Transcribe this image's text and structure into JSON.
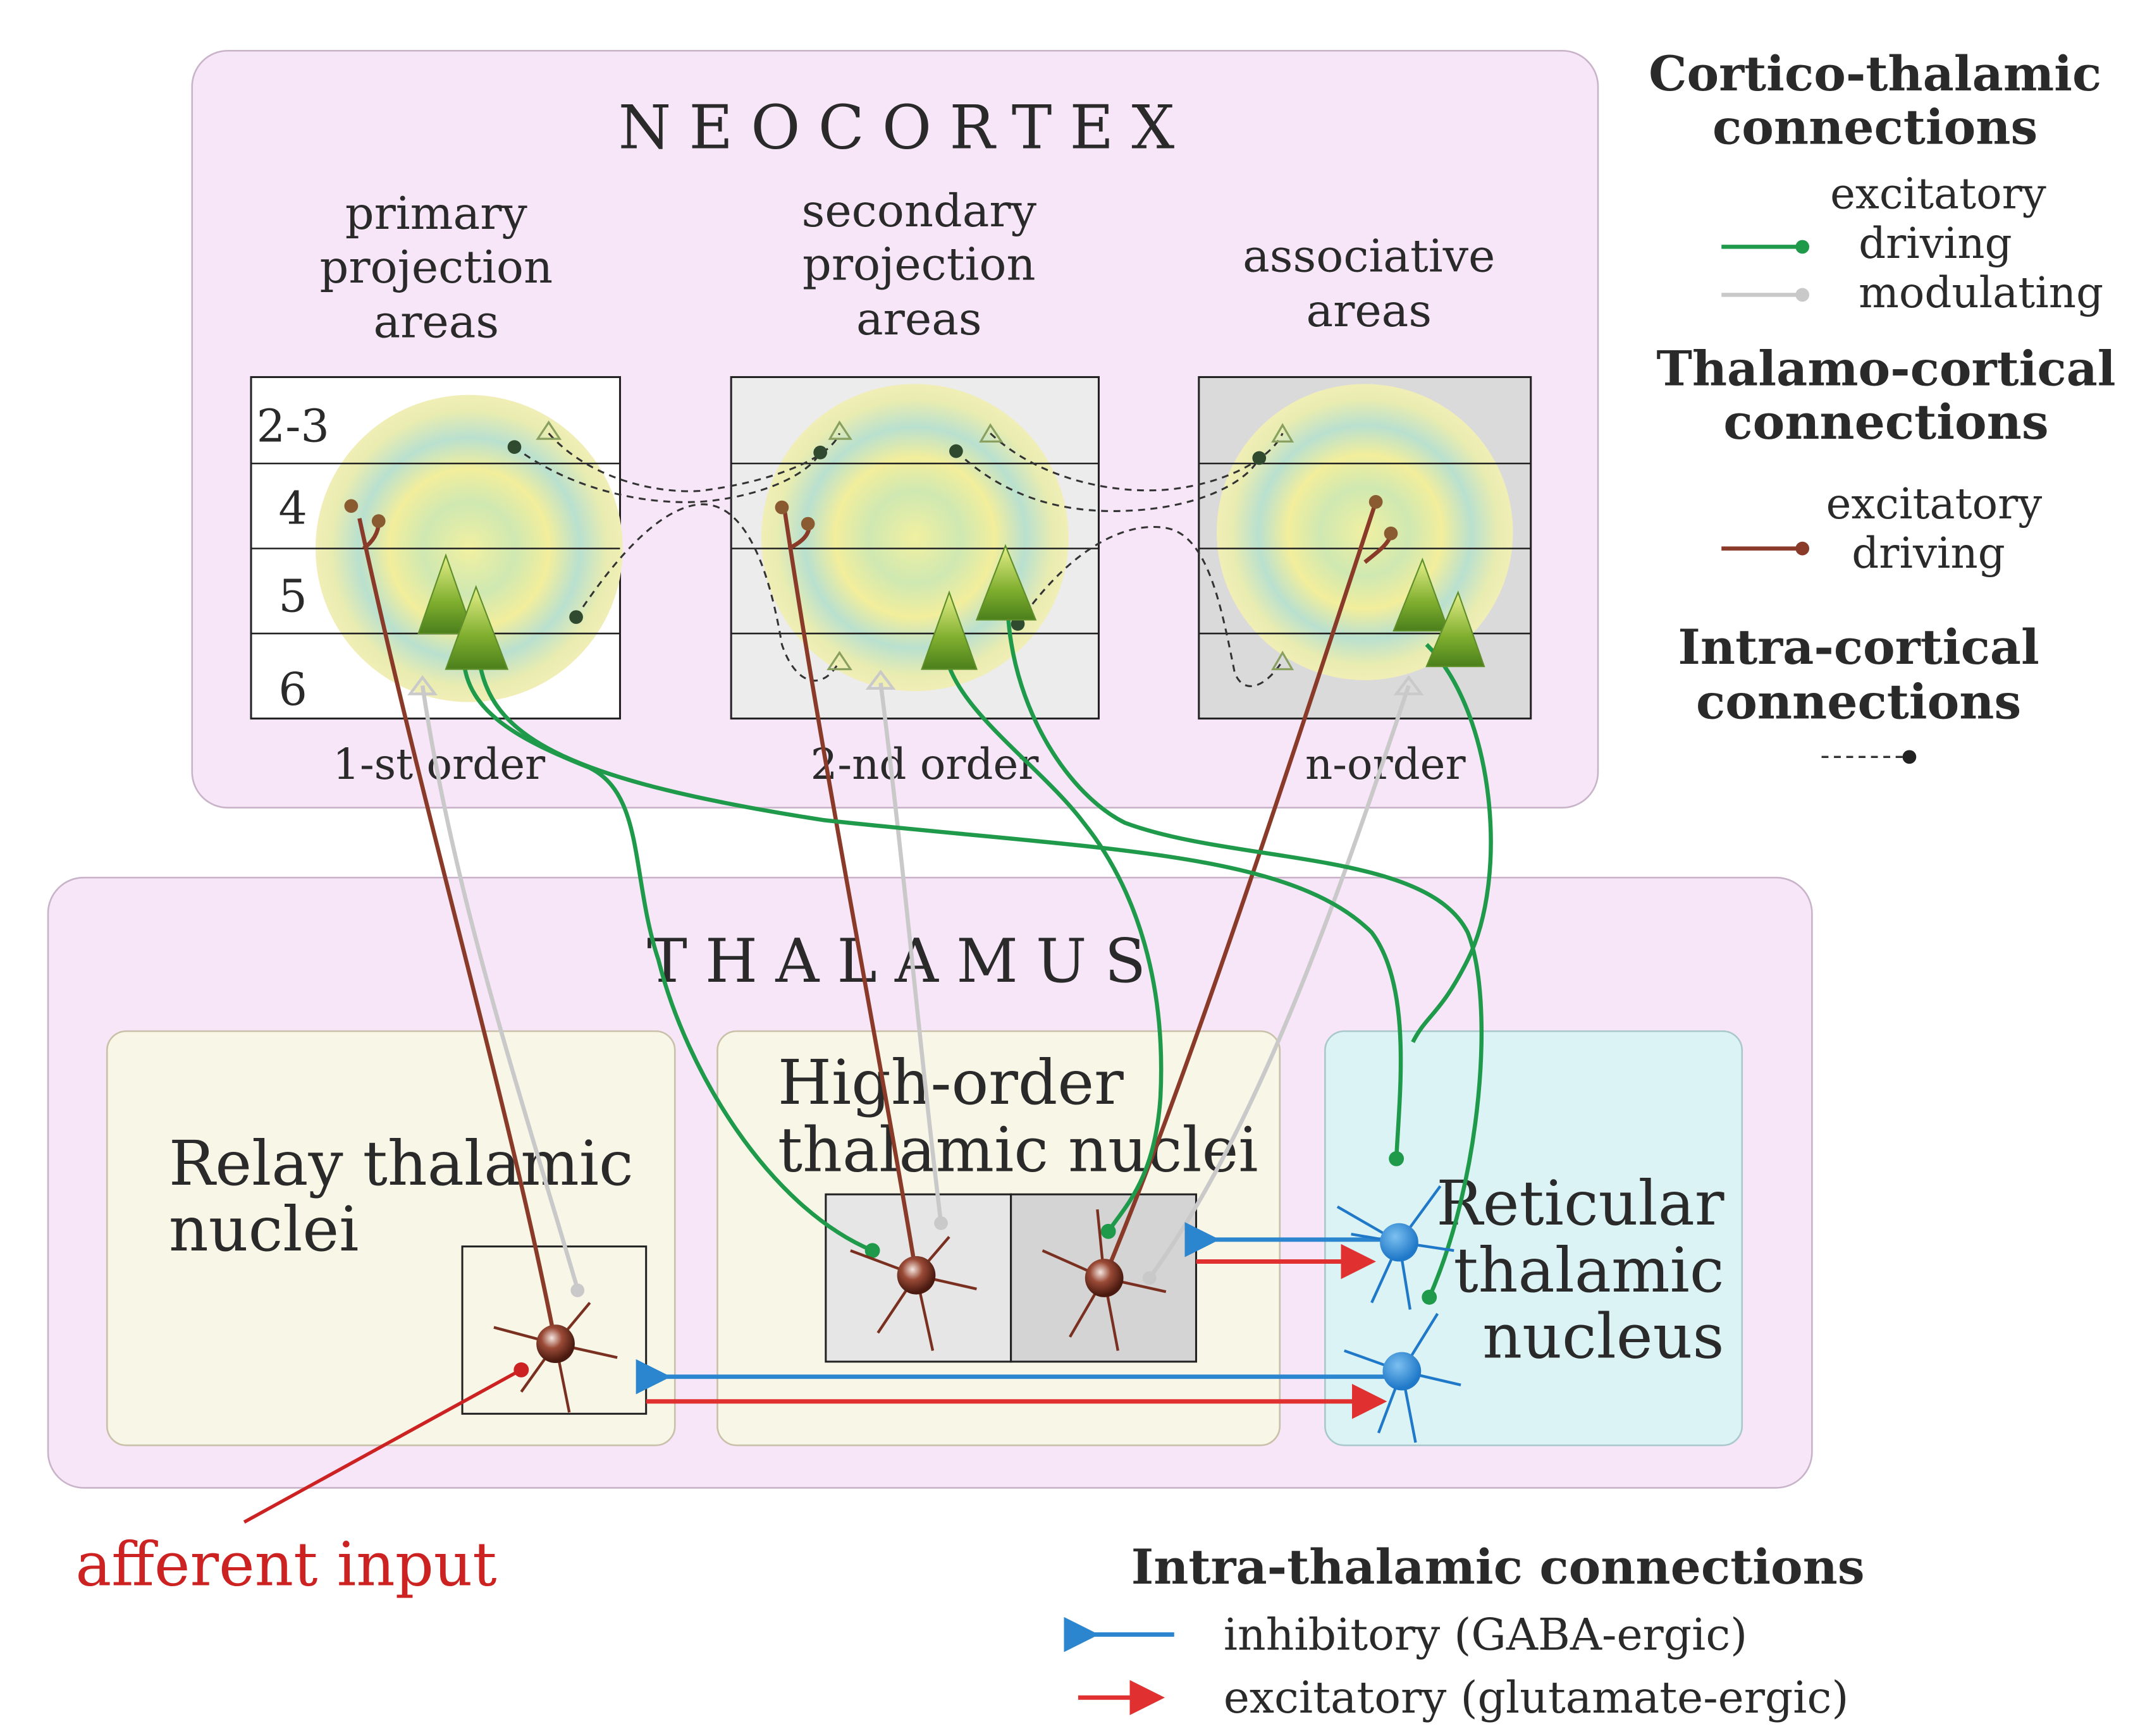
{
  "neocortex": {
    "title": "NEOCORTEX",
    "areas": [
      {
        "label_lines": [
          "primary",
          "projection",
          "areas"
        ],
        "order": "1-st order"
      },
      {
        "label_lines": [
          "secondary",
          "projection",
          "areas"
        ],
        "order": "2-nd order"
      },
      {
        "label_lines": [
          "associative",
          "areas"
        ],
        "order": "n-order"
      }
    ],
    "layers": [
      "2-3",
      "4",
      "5",
      "6"
    ]
  },
  "thalamus": {
    "title": "THALAMUS",
    "relay": [
      "Relay thalamic",
      "nuclei"
    ],
    "high_order": [
      "High-order",
      "thalamic nuclei"
    ],
    "reticular": [
      "Reticular",
      "thalamic",
      "nucleus"
    ]
  },
  "afferent_input": "afferent input",
  "legend": {
    "cortico_thalamic": {
      "title": [
        "Cortico-thalamic",
        "connections"
      ],
      "line1": "excitatory",
      "driving": "driving",
      "modulating": "modulating"
    },
    "thalamo_cortical": {
      "title": [
        "Thalamo-cortical",
        "connections"
      ],
      "line1": "excitatory",
      "driving": "driving"
    },
    "intra_cortical": {
      "title": [
        "Intra-cortical",
        "connections"
      ]
    },
    "intra_thalamic": {
      "title": "Intra-thalamic connections",
      "inhibitory": "inhibitory (GABA-ergic)",
      "excitatory": "excitatory (glutamate-ergic)"
    }
  },
  "colors": {
    "cortico_driving": "#1e9a4a",
    "cortico_modulating": "#c9c9c9",
    "thalamo_driving": "#8a3a28",
    "intra_cortical": "#333333",
    "inhibitory": "#2b86cf",
    "excitatory": "#e03030",
    "afferent": "#cc2222",
    "panel_pink": "#f7e6f8",
    "nucleus_cream": "#f8f6e6",
    "reticular_cyan": "#dcf3f6"
  }
}
